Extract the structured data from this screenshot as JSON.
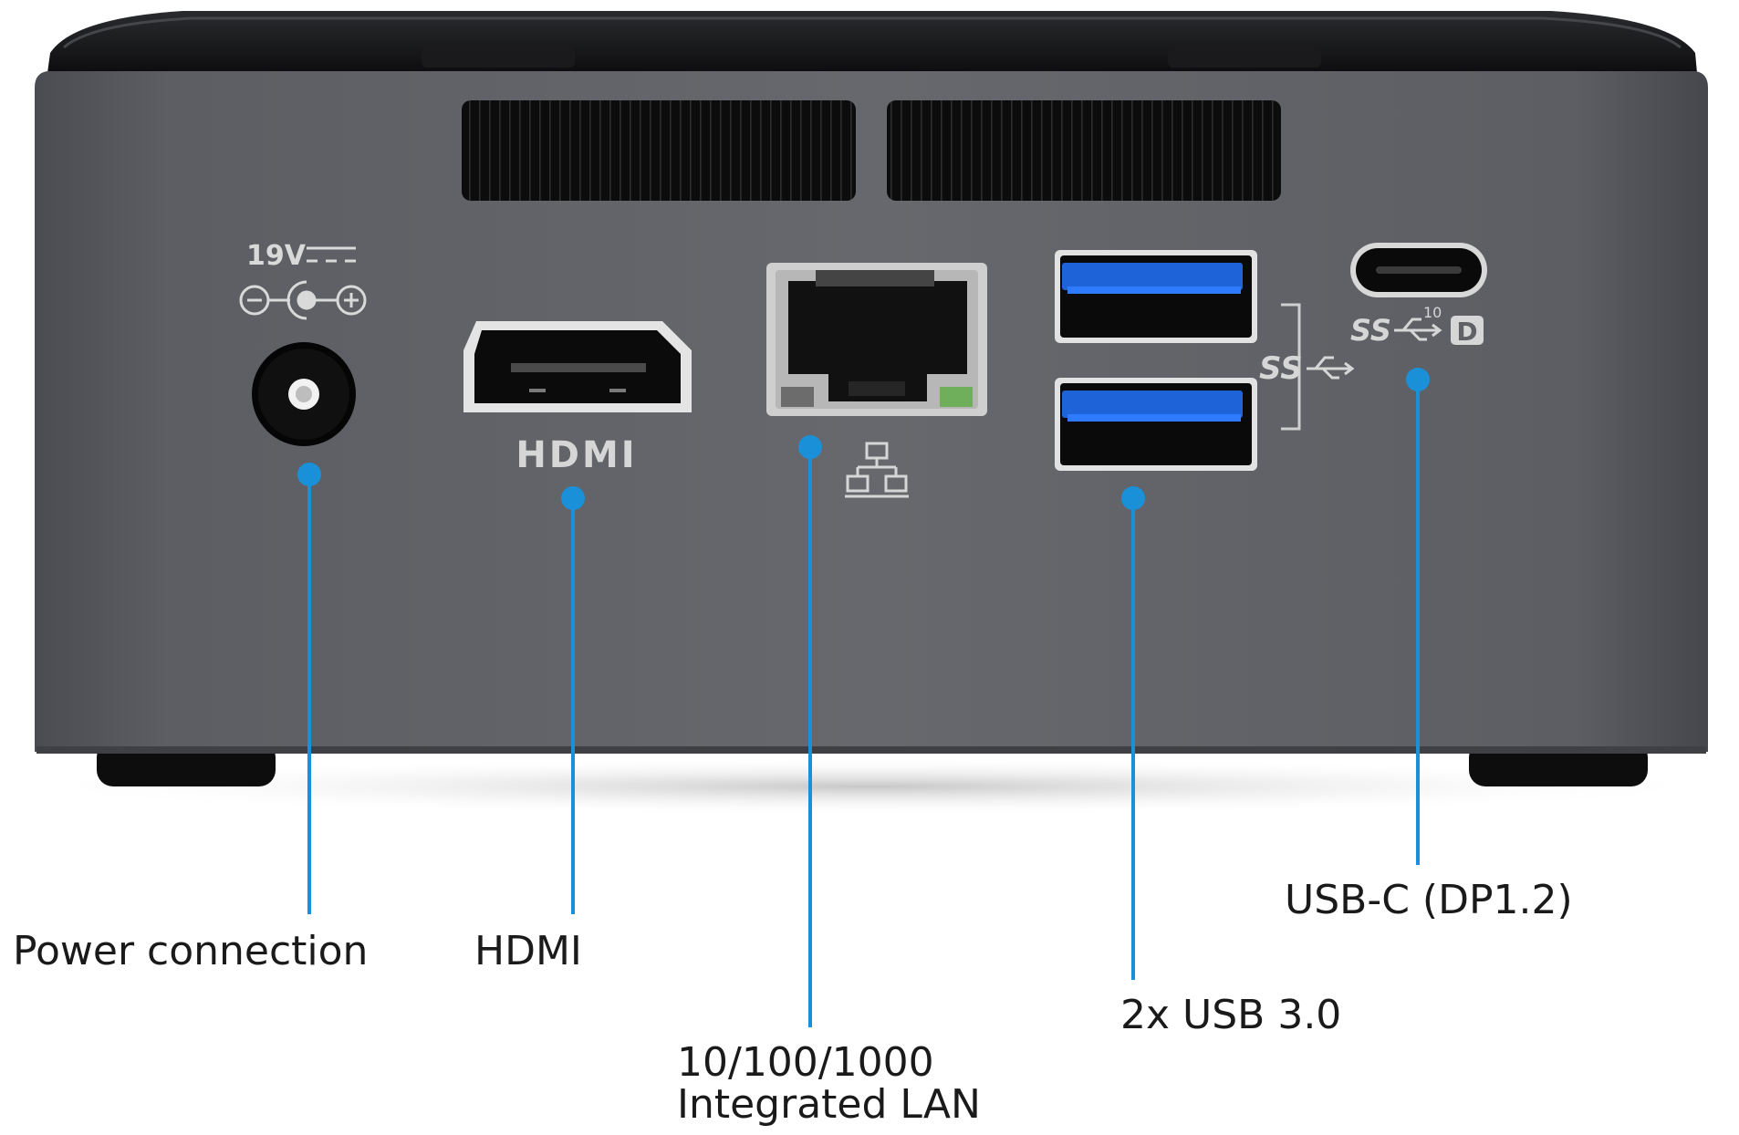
{
  "device": {
    "power_rating": "19V",
    "hdmi_logo": "HDMI",
    "usb_a_logo": "SS",
    "usbc_logo": "SS",
    "usbc_speed": "10",
    "usbc_dp_logo": "D",
    "icons": [
      "dc-polarity-icon",
      "network-icon",
      "usb-superspeed-icon",
      "displayport-icon"
    ]
  },
  "callouts": {
    "power": "Power connection",
    "hdmi": "HDMI",
    "lan_line1": "10/100/1000",
    "lan_line2": "Integrated LAN",
    "usb": "2x USB 3.0",
    "usbc": "USB-C (DP1.2)"
  },
  "colors": {
    "accent": "#1a90d8",
    "body": "#5f6166",
    "usb_blue": "#1f63d8",
    "label": "#1a1a1a"
  }
}
